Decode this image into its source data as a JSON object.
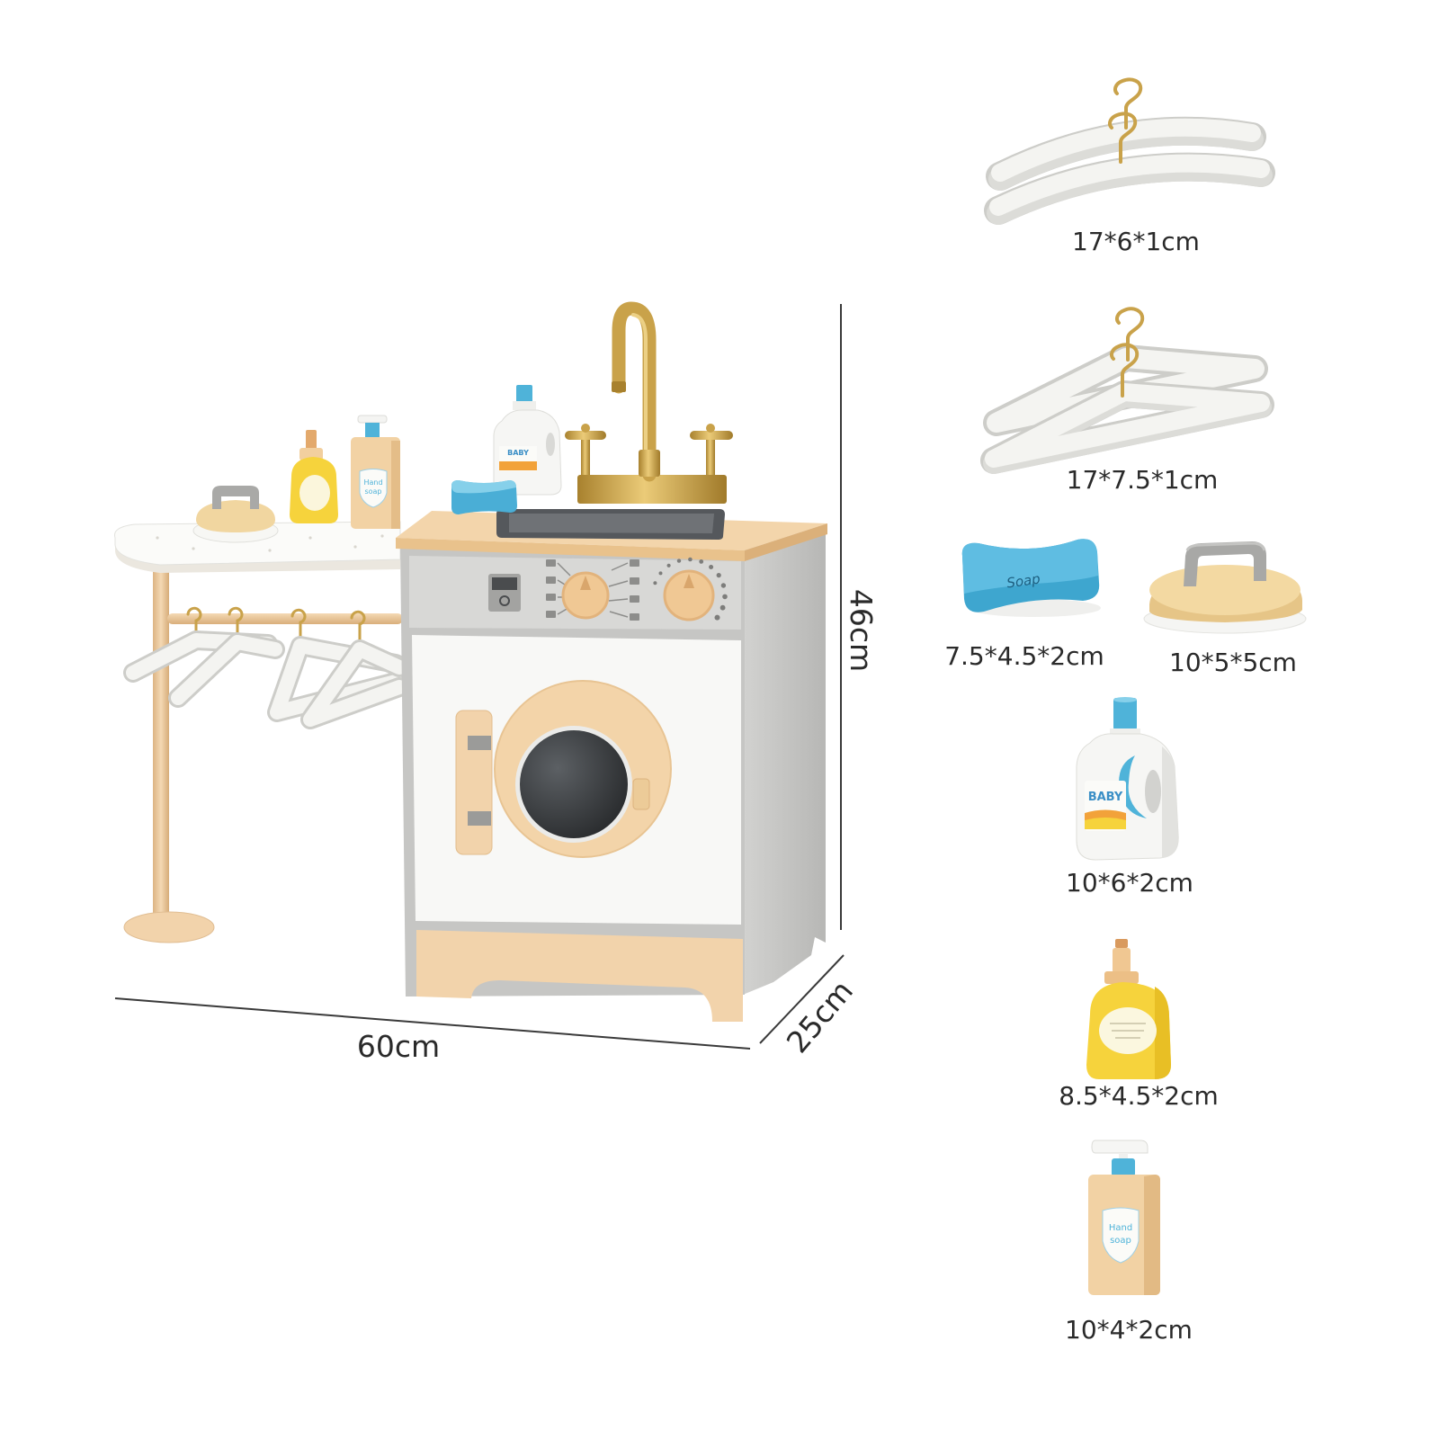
{
  "dimensions": {
    "height": "46cm",
    "width": "60cm",
    "depth": "25cm"
  },
  "accessories": {
    "flat_hangers": "17*6*1cm",
    "triangle_hangers": "17*7.5*1cm",
    "soap_bar": "7.5*4.5*2cm",
    "iron": "10*5*5cm",
    "detergent_bottle": "10*6*2cm",
    "spray_bottle": "8.5*4.5*2cm",
    "hand_soap_bottle": "10*4*2cm"
  },
  "product_text": {
    "soap": "Soap",
    "detergent": "BABY",
    "hand_soap": [
      "Hand",
      "soap"
    ]
  },
  "colors": {
    "wood": "#f2d3ab",
    "accent_blue": "#4fb3d9",
    "yellow": "#f6d33c",
    "cabinet_gray": "#c6c6c4",
    "gold": "#c9a24a"
  }
}
